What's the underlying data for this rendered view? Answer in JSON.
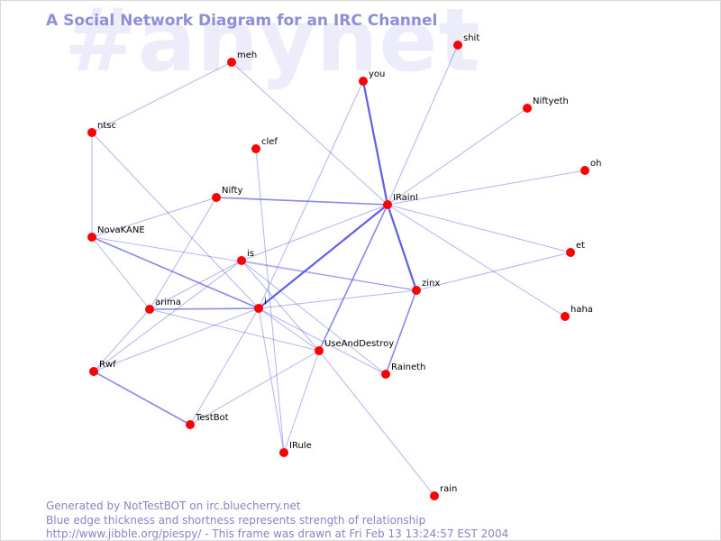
{
  "watermark": "#anynet",
  "title": "A Social Network Diagram for an IRC Channel",
  "footer": {
    "generated": "Generated by NotTestBOT on irc.bluecherry.net",
    "legend": "Blue edge thickness and shortness represents strength of relationship",
    "url_line": "http://www.jibble.org/piespy/ - This frame was drawn at Fri Feb 13 13:24:57 EST 2004"
  },
  "colors": {
    "node": "#ff0000",
    "edge": "#5656e6",
    "title": "#8e8ed8",
    "watermark": "#ececfb",
    "footer": "#8585c9"
  },
  "nodes": [
    {
      "id": "meh",
      "label": "meh"
    },
    {
      "id": "shit",
      "label": "shit"
    },
    {
      "id": "you",
      "label": "you"
    },
    {
      "id": "Niftyeth",
      "label": "Niftyeth"
    },
    {
      "id": "ntsc",
      "label": "ntsc"
    },
    {
      "id": "clef",
      "label": "clef"
    },
    {
      "id": "oh",
      "label": "oh"
    },
    {
      "id": "Nifty",
      "label": "Nifty"
    },
    {
      "id": "IRainI",
      "label": "IRainI"
    },
    {
      "id": "NovaKANE",
      "label": "NovaKANE"
    },
    {
      "id": "et",
      "label": "et"
    },
    {
      "id": "is",
      "label": "is"
    },
    {
      "id": "zinx",
      "label": "zinx"
    },
    {
      "id": "arima",
      "label": "arima"
    },
    {
      "id": "i",
      "label": "i"
    },
    {
      "id": "haha",
      "label": "haha"
    },
    {
      "id": "UseAndDestroy",
      "label": "UseAndDestroy"
    },
    {
      "id": "Rwf",
      "label": "Rwf"
    },
    {
      "id": "Raineth",
      "label": "Raineth"
    },
    {
      "id": "TestBot",
      "label": "TestBot"
    },
    {
      "id": "IRule",
      "label": "IRule"
    },
    {
      "id": "rain",
      "label": "rain"
    }
  ],
  "edges": [
    {
      "from": "meh",
      "to": "ntsc",
      "weight": 1
    },
    {
      "from": "meh",
      "to": "IRainI",
      "weight": 1
    },
    {
      "from": "shit",
      "to": "IRainI",
      "weight": 1
    },
    {
      "from": "you",
      "to": "IRainI",
      "weight": 3
    },
    {
      "from": "you",
      "to": "i",
      "weight": 1
    },
    {
      "from": "Niftyeth",
      "to": "IRainI",
      "weight": 1
    },
    {
      "from": "oh",
      "to": "IRainI",
      "weight": 1
    },
    {
      "from": "Nifty",
      "to": "IRainI",
      "weight": 2
    },
    {
      "from": "Nifty",
      "to": "NovaKANE",
      "weight": 1
    },
    {
      "from": "Nifty",
      "to": "arima",
      "weight": 1
    },
    {
      "from": "ntsc",
      "to": "NovaKANE",
      "weight": 1
    },
    {
      "from": "ntsc",
      "to": "i",
      "weight": 1
    },
    {
      "from": "clef",
      "to": "IRule",
      "weight": 1
    },
    {
      "from": "IRainI",
      "to": "is",
      "weight": 1
    },
    {
      "from": "IRainI",
      "to": "i",
      "weight": 3
    },
    {
      "from": "IRainI",
      "to": "zinx",
      "weight": 3
    },
    {
      "from": "IRainI",
      "to": "UseAndDestroy",
      "weight": 2
    },
    {
      "from": "IRainI",
      "to": "et",
      "weight": 1
    },
    {
      "from": "IRainI",
      "to": "haha",
      "weight": 1
    },
    {
      "from": "NovaKANE",
      "to": "i",
      "weight": 2
    },
    {
      "from": "NovaKANE",
      "to": "arima",
      "weight": 1
    },
    {
      "from": "NovaKANE",
      "to": "zinx",
      "weight": 1
    },
    {
      "from": "is",
      "to": "arima",
      "weight": 1
    },
    {
      "from": "is",
      "to": "zinx",
      "weight": 1
    },
    {
      "from": "is",
      "to": "Rwf",
      "weight": 1
    },
    {
      "from": "is",
      "to": "Raineth",
      "weight": 1
    },
    {
      "from": "is",
      "to": "UseAndDestroy",
      "weight": 1
    },
    {
      "from": "zinx",
      "to": "et",
      "weight": 1
    },
    {
      "from": "zinx",
      "to": "Raineth",
      "weight": 2
    },
    {
      "from": "arima",
      "to": "i",
      "weight": 2
    },
    {
      "from": "arima",
      "to": "UseAndDestroy",
      "weight": 1
    },
    {
      "from": "arima",
      "to": "Rwf",
      "weight": 1
    },
    {
      "from": "i",
      "to": "zinx",
      "weight": 1
    },
    {
      "from": "i",
      "to": "UseAndDestroy",
      "weight": 1
    },
    {
      "from": "i",
      "to": "Raineth",
      "weight": 1
    },
    {
      "from": "i",
      "to": "TestBot",
      "weight": 1
    },
    {
      "from": "i",
      "to": "IRule",
      "weight": 1
    },
    {
      "from": "i",
      "to": "Rwf",
      "weight": 1
    },
    {
      "from": "UseAndDestroy",
      "to": "TestBot",
      "weight": 1
    },
    {
      "from": "UseAndDestroy",
      "to": "IRule",
      "weight": 1
    },
    {
      "from": "UseAndDestroy",
      "to": "rain",
      "weight": 1
    },
    {
      "from": "Rwf",
      "to": "TestBot",
      "weight": 2
    }
  ]
}
